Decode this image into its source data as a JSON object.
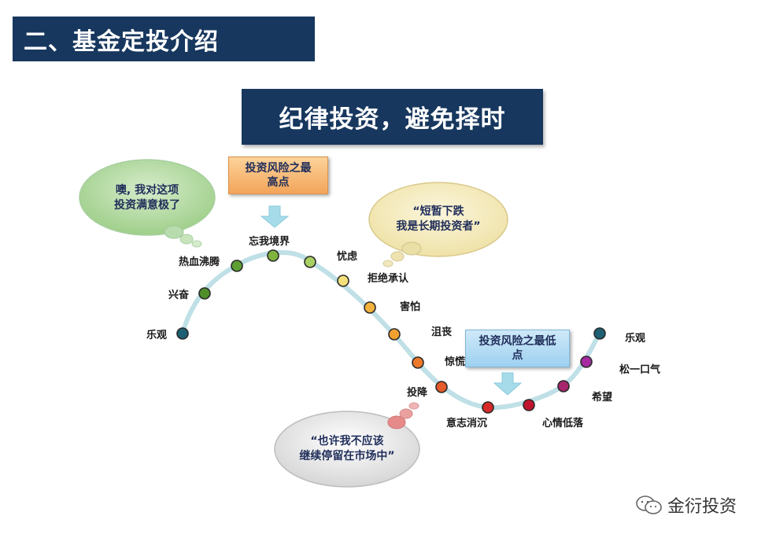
{
  "header": {
    "title": "二、基金定投介绍"
  },
  "main": {
    "title": "纪律投资，避免择时"
  },
  "callouts": {
    "high_line1": "投资风险之最",
    "high_line2": "高点",
    "low_line1": "投资风险之最低",
    "low_line2": "点"
  },
  "bubbles": {
    "top_left": "噢, 我对这项\n投资满意极了",
    "top_right": "“短暂下跌\n我是长期投资者”",
    "bottom": "“也许我不应该\n继续停留在市场中”"
  },
  "stages": [
    {
      "label": "乐观",
      "color": "#1e5f73"
    },
    {
      "label": "兴奋",
      "color": "#4f8f2a"
    },
    {
      "label": "热血沸腾",
      "color": "#5e9f34"
    },
    {
      "label": "忘我境界",
      "color": "#7fb43e"
    },
    {
      "label": "",
      "color": "#a9d062"
    },
    {
      "label": "忧虑",
      "color": "#f4e07a"
    },
    {
      "label": "拒绝承认",
      "color": "#f2b23c"
    },
    {
      "label": "害怕",
      "color": "#f0a030"
    },
    {
      "label": "沮丧",
      "color": "#ec7a2a"
    },
    {
      "label": "惊慌",
      "color": "#e65a2a"
    },
    {
      "label": "投降",
      "color": "#d62a2a"
    },
    {
      "label": "意志消沉",
      "color": "#c0142e"
    },
    {
      "label": "心情低落",
      "color": "#a8266e"
    },
    {
      "label": "希望",
      "color": "#a42aa0"
    },
    {
      "label": "松一口气",
      "color": "#8f86d8"
    },
    {
      "label": "乐观",
      "color": "#1e5f73"
    }
  ],
  "watermark": {
    "text": "金衍投资",
    "icon": "wechat-icon"
  }
}
